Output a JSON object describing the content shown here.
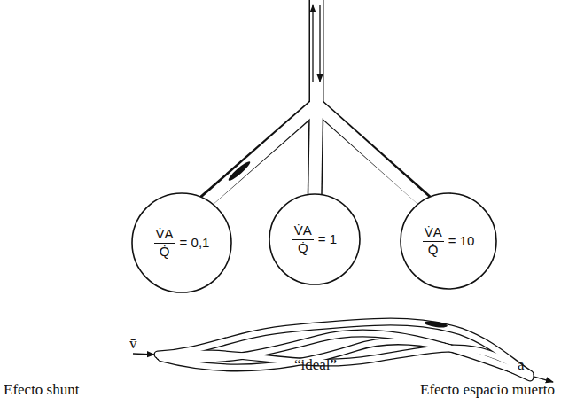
{
  "diagram": {
    "nodes": [
      {
        "text": [
          "V̇A",
          "Q̇",
          "= 0,1"
        ]
      },
      {
        "text": [
          "V̇A",
          "Q̇",
          "= 1"
        ]
      },
      {
        "text": [
          "V̇A",
          "Q̇",
          "= 10"
        ]
      }
    ],
    "labels": [
      "“ideal”",
      "Efecto shunt",
      "Efecto espacio muerto",
      "v̄",
      "a"
    ]
  }
}
